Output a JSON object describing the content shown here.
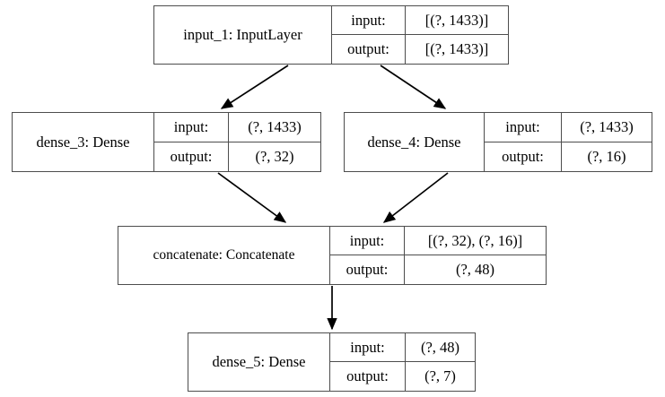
{
  "diagram": {
    "type": "neural-network-model-graph",
    "title": "",
    "background_color": "#ffffff",
    "node_border_color": "#4d4d4d",
    "edge_color": "#000000",
    "labels": {
      "input": "input:",
      "output": "output:"
    },
    "nodes": [
      {
        "id": "input_1",
        "name": "input_1: InputLayer",
        "input_label": "input:",
        "input_value": "[(?, 1433)]",
        "output_label": "output:",
        "output_value": "[(?, 1433)]"
      },
      {
        "id": "dense_3",
        "name": "dense_3: Dense",
        "input_label": "input:",
        "input_value": "(?, 1433)",
        "output_label": "output:",
        "output_value": "(?, 32)"
      },
      {
        "id": "dense_4",
        "name": "dense_4: Dense",
        "input_label": "input:",
        "input_value": "(?, 1433)",
        "output_label": "output:",
        "output_value": "(?, 16)"
      },
      {
        "id": "concatenate",
        "name": "concatenate: Concatenate",
        "input_label": "input:",
        "input_value": "[(?, 32), (?, 16)]",
        "output_label": "output:",
        "output_value": "(?, 48)"
      },
      {
        "id": "dense_5",
        "name": "dense_5: Dense",
        "input_label": "input:",
        "input_value": "(?, 48)",
        "output_label": "output:",
        "output_value": "(?, 7)"
      }
    ],
    "edges": [
      {
        "from": "input_1",
        "to": "dense_3"
      },
      {
        "from": "input_1",
        "to": "dense_4"
      },
      {
        "from": "dense_3",
        "to": "concatenate"
      },
      {
        "from": "dense_4",
        "to": "concatenate"
      },
      {
        "from": "concatenate",
        "to": "dense_5"
      }
    ]
  }
}
